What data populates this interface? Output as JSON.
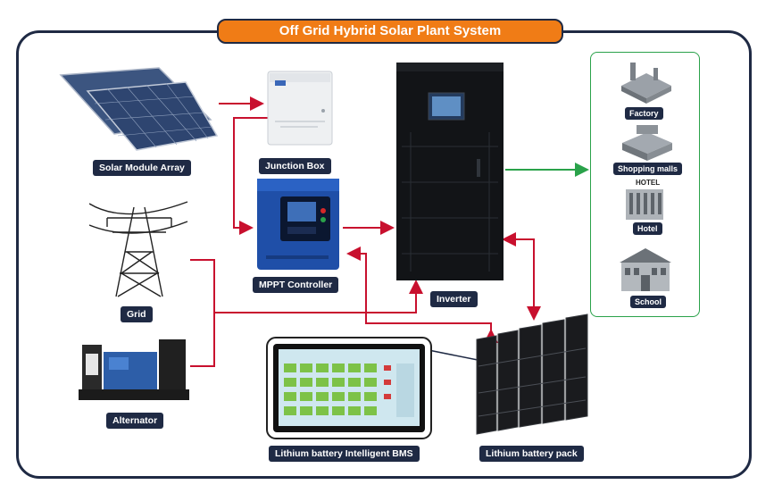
{
  "title": "Off Grid Hybrid Solar Plant System",
  "components": {
    "solar": "Solar Module Array",
    "junction": "Junction Box",
    "mppt": "MPPT Controller",
    "inverter": "Inverter",
    "grid": "Grid",
    "alternator": "Alternator",
    "bms": "Lithium battery Intelligent BMS",
    "battery": "Lithium battery pack"
  },
  "loads": [
    "Factory",
    "Shopping malls",
    "Hotel",
    "School"
  ],
  "signage": {
    "hotel_sign": "HOTEL"
  },
  "colors": {
    "accent": "#f07c16",
    "dark": "#1f2a44",
    "dc_wire": "#c8102e",
    "ac_output": "#2aa24a"
  }
}
